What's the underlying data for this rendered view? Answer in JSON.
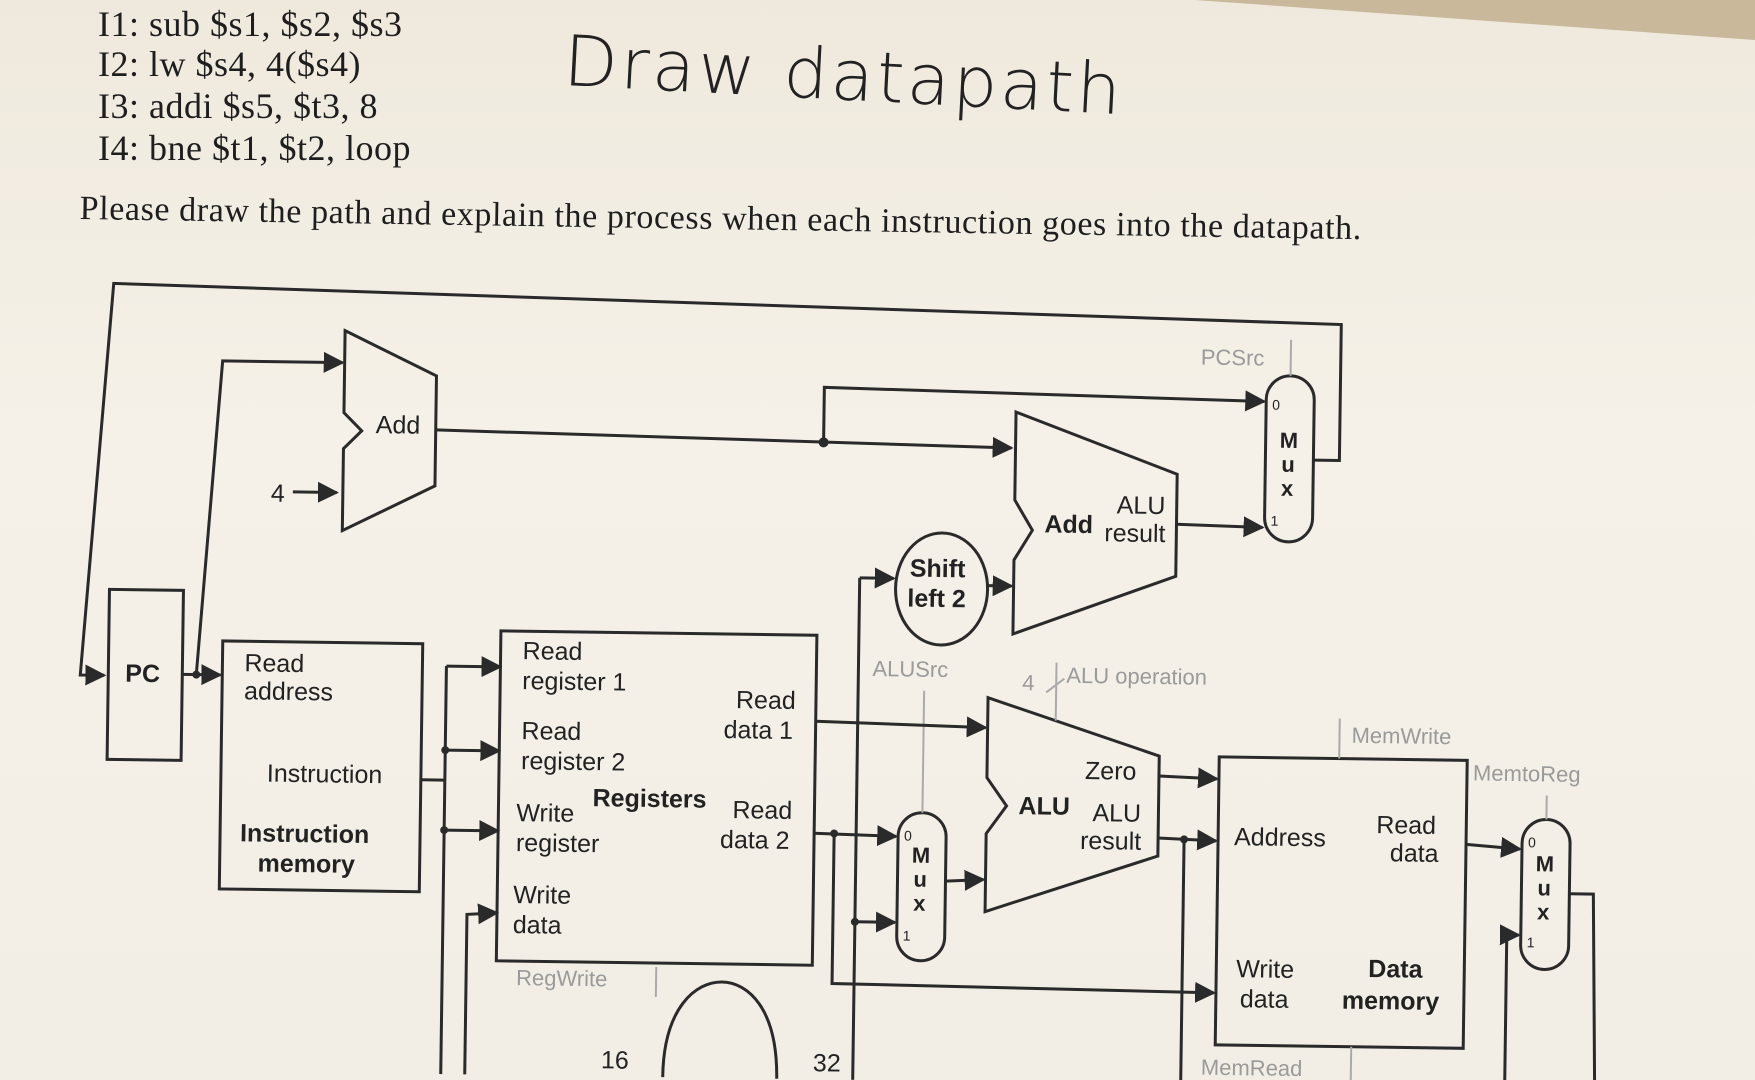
{
  "instructions": [
    "I1: sub $s1, $s2, $s3",
    "I2: lw $s4, 4($s4)",
    "I3: addi $s5, $t3, 8",
    "I4: bne $t1, $t2, loop"
  ],
  "handwritten_note": "Draw datapath",
  "question": "Please draw the path and explain the process when each instruction goes into the datapath.",
  "diagram": {
    "pc": "PC",
    "add_top": "Add",
    "const_four": "4",
    "add_branch": "Add",
    "add_branch_result": [
      "ALU",
      "result"
    ],
    "shift": [
      "Shift",
      "left 2"
    ],
    "pcsrc": "PCSrc",
    "mux_letters": [
      "M",
      "u",
      "x"
    ],
    "mux_in0": "0",
    "mux_in1": "1",
    "imem_read": [
      "Read",
      "address"
    ],
    "imem_instruction": "Instruction",
    "imem_title": [
      "Instruction",
      "memory"
    ],
    "reg_read1": [
      "Read",
      "register 1"
    ],
    "reg_read2": [
      "Read",
      "register 2"
    ],
    "reg_write": [
      "Write",
      "register"
    ],
    "reg_wdata": [
      "Write",
      "data"
    ],
    "reg_title": "Registers",
    "reg_rd1": [
      "Read",
      "data 1"
    ],
    "reg_rd2": [
      "Read",
      "data 2"
    ],
    "regwrite": "RegWrite",
    "alusrc": "ALUSrc",
    "aluop_bits": "4",
    "aluop": "ALU operation",
    "alu": "ALU",
    "alu_zero": "Zero",
    "alu_result": [
      "ALU",
      "result"
    ],
    "memwrite": "MemWrite",
    "memtoreg": "MemtoReg",
    "dmem_address": "Address",
    "dmem_read": [
      "Read",
      "data"
    ],
    "dmem_write": [
      "Write",
      "data"
    ],
    "dmem_title": [
      "Data",
      "memory"
    ],
    "memread": "MemRead",
    "sext_in": "16",
    "sext_out": "32"
  }
}
